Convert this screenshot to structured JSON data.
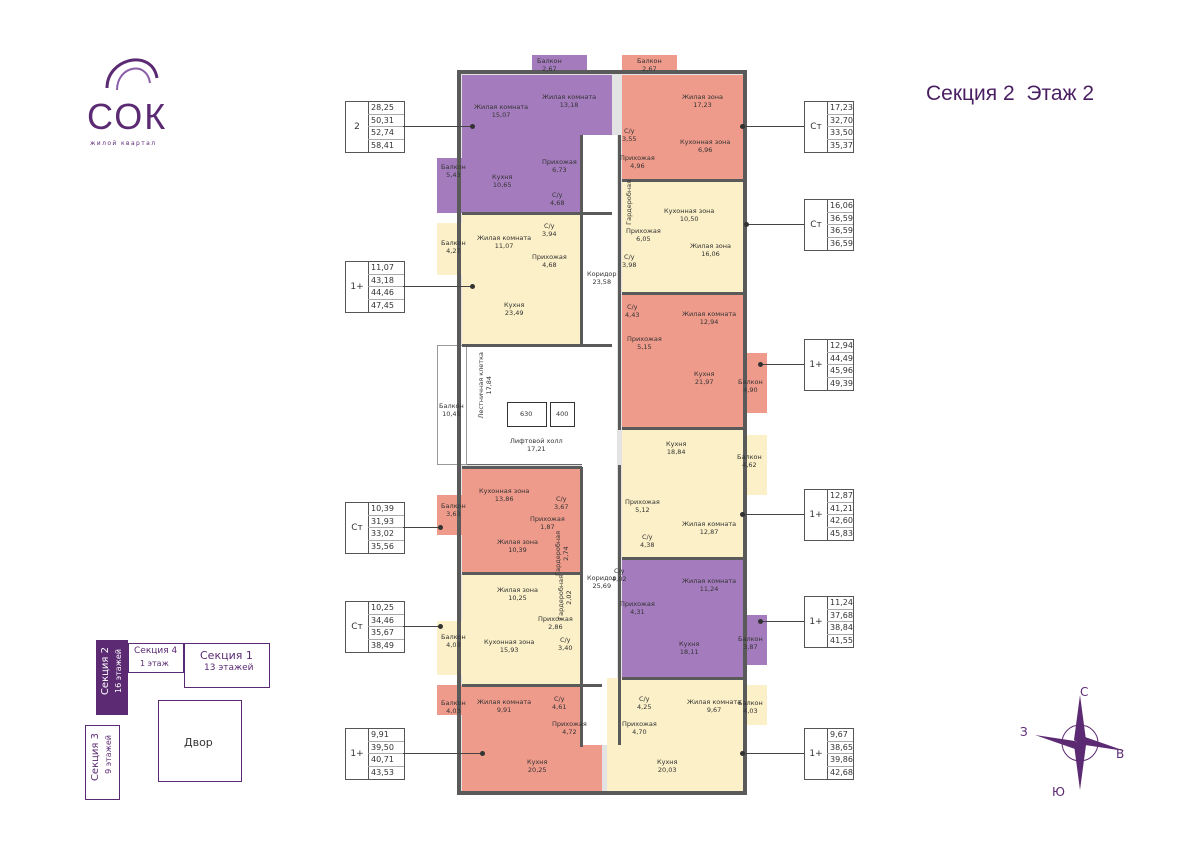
{
  "logo": {
    "name": "СОК",
    "subtitle": "жилой квартал"
  },
  "header": {
    "title": "Секция 2  Этаж 2"
  },
  "colors": {
    "purple": "#a47cbd",
    "coral": "#ef9b8b",
    "cream": "#fbf0c7",
    "brand": "#5b2a73"
  },
  "apartments_left": [
    {
      "type": "2",
      "values": [
        "28,25",
        "50,31",
        "52,74",
        "58,41"
      ]
    },
    {
      "type": "1+",
      "values": [
        "11,07",
        "43,18",
        "44,46",
        "47,45"
      ]
    },
    {
      "type": "Ст",
      "values": [
        "10,39",
        "31,93",
        "33,02",
        "35,56"
      ]
    },
    {
      "type": "Ст",
      "values": [
        "10,25",
        "34,46",
        "35,67",
        "38,49"
      ]
    },
    {
      "type": "1+",
      "values": [
        "9,91",
        "39,50",
        "40,71",
        "43,53"
      ]
    }
  ],
  "apartments_right": [
    {
      "type": "Ст",
      "values": [
        "17,23",
        "32,70",
        "33,50",
        "35,37"
      ]
    },
    {
      "type": "Ст",
      "values": [
        "16,06",
        "36,59",
        "36,59",
        "36,59"
      ]
    },
    {
      "type": "1+",
      "values": [
        "12,94",
        "44,49",
        "45,96",
        "49,39"
      ]
    },
    {
      "type": "1+",
      "values": [
        "12,87",
        "41,21",
        "42,60",
        "45,83"
      ]
    },
    {
      "type": "1+",
      "values": [
        "11,24",
        "37,68",
        "38,84",
        "41,55"
      ]
    },
    {
      "type": "1+",
      "values": [
        "9,67",
        "38,65",
        "39,86",
        "42,68"
      ]
    }
  ],
  "rooms": {
    "top_balcony_1": "Балкон\n2,67",
    "top_balcony_2": "Балкон\n2,67",
    "r1": "Жилая комната\n15,07",
    "r2": "Жилая комната\n13,18",
    "r3": "Жилая зона\n17,23",
    "r4": "С/у\n3,55",
    "r5": "Кухонная зона\n6,96",
    "r6": "Прихожая\n4,96",
    "r7": "Балкон\n5,43",
    "r8": "Кухня\n10,65",
    "r9": "Прихожая\n6,73",
    "r10": "С/у\n4,68",
    "r11": "Гардеробная",
    "r12": "Кухонная зона\n10,50",
    "r13": "Прихожая\n6,05",
    "r14": "Жилая зона\n16,06",
    "r15": "С/у\n3,98",
    "r16": "Жилая комната\n11,07",
    "r17": "С/у\n3,94",
    "r18": "Балкон\n4,27",
    "r19": "Прихожая\n4,68",
    "r20": "Коридор\n23,58",
    "r21": "Кухня\n23,49",
    "r22": "С/у\n4,43",
    "r23": "Жилая комната\n12,94",
    "r24": "Прихожая\n5,15",
    "r25": "Кухня\n21,97",
    "r26": "Балкон\n4,90",
    "r27": "Лестничная клетка\n17,84",
    "r28": "Балкон\n10,45",
    "r29": "Лифтовой холл\n17,21",
    "r30": "630",
    "r31": "400",
    "r32": "Кухня\n18,84",
    "r33": "Балкон\n4,62",
    "r34": "Кухонная зона\n13,86",
    "r35": "С/у\n3,67",
    "r36": "Прихожая\n1,87",
    "r37": "Балкон\n3,63",
    "r38": "Гардеробная\n2,74",
    "r39": "Жилая зона\n10,39",
    "r40": "Прихожая\n5,12",
    "r41": "Жилая комната\n12,87",
    "r42": "С/у\n4,38",
    "r43": "С/у\n4,02",
    "r44": "Жилая комната\n11,24",
    "r45": "Коридор\n25,69",
    "r46": "Жилая зона\n10,25",
    "r47": "Гардеробная\n2,02",
    "r48": "Прихожая\n4,31",
    "r49": "Прихожая\n2,86",
    "r50": "Балкон\n4,03",
    "r51": "С/у\n3,40",
    "r52": "Кухонная зона\n15,93",
    "r53": "Кухня\n18,11",
    "r54": "Балкон\n3,87",
    "r55": "Жилая комната\n9,91",
    "r56": "С/у\n4,61",
    "r57": "С/у\n4,25",
    "r58": "Жилая комната\n9,67",
    "r59": "Балкон\n4,03",
    "r60": "Балкон\n4,03",
    "r61": "Прихожая\n4,72",
    "r62": "Прихожая\n4,70",
    "r63": "Кухня\n20,25",
    "r64": "Кухня\n20,03"
  },
  "keymap": {
    "section2": "Секция 2",
    "section2_floors": "16 этажей",
    "section4": "Секция 4",
    "section4_floors": "1 этаж",
    "section1": "Секция 1",
    "section1_floors": "13 этажей",
    "section3": "Секция 3",
    "section3_floors": "9 этажей",
    "yard": "Двор"
  },
  "compass": {
    "north": "С",
    "east": "В",
    "south": "Ю",
    "west": "З"
  }
}
